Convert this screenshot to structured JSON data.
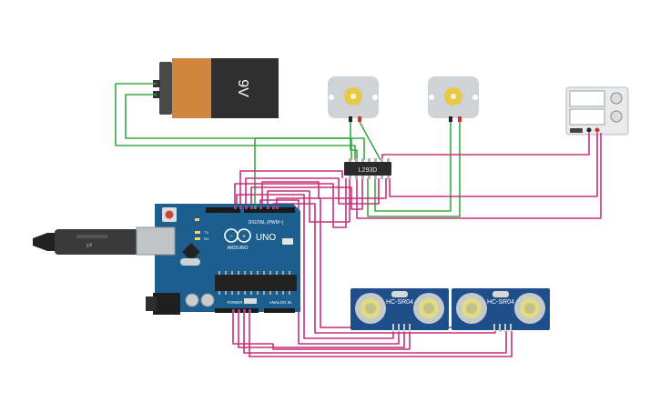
{
  "battery": {
    "label": "9V"
  },
  "driver": {
    "label": "L293D"
  },
  "arduino": {
    "logo": "ARDUINO",
    "model": "UNO",
    "digital_label": "DIGITAL (PWM~)",
    "power_label": "POWER",
    "analog_label": "ANALOG IN",
    "tx": "TX",
    "rx": "RX"
  },
  "sensors": [
    {
      "label": "HC-SR04"
    },
    {
      "label": "HC-SR04"
    }
  ],
  "colors": {
    "wire_green": "#3aa845",
    "wire_magenta": "#c8307a",
    "arduino_blue": "#1c5f8f",
    "sensor_blue": "#1f4f8a",
    "battery_orange": "#d1843e"
  }
}
